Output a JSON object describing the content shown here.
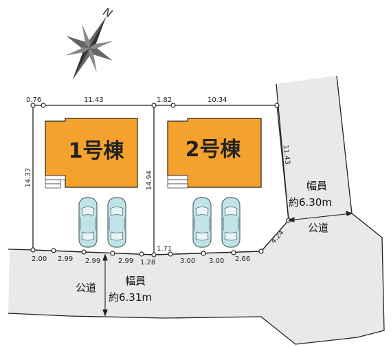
{
  "compass": {
    "north_label": "N"
  },
  "buildings": [
    {
      "name": "1号棟"
    },
    {
      "name": "2号棟"
    }
  ],
  "dimensions": {
    "lot1_top_left": "0.76",
    "lot1_top": "11.43",
    "lot2_top_left": "1.82",
    "lot2_top": "10.34",
    "lot1_left": "14.37",
    "lot2_left": "14.94",
    "right_side": "11.43",
    "diagonal": "4.24",
    "lot2_corner": "1.71",
    "bottom": [
      "2.00",
      "2.99",
      "2.99",
      "2.99",
      "1.28",
      "3.00",
      "3.00",
      "2.66"
    ]
  },
  "road_bottom": {
    "label": "公道",
    "width_title": "幅員",
    "width_value": "約6.31m"
  },
  "road_right": {
    "label": "公道",
    "width_title": "幅員",
    "width_value": "約6.30m"
  },
  "colors": {
    "building": "#f4a22d",
    "road": "#e7e9ea",
    "car": "#bfe3e6"
  }
}
